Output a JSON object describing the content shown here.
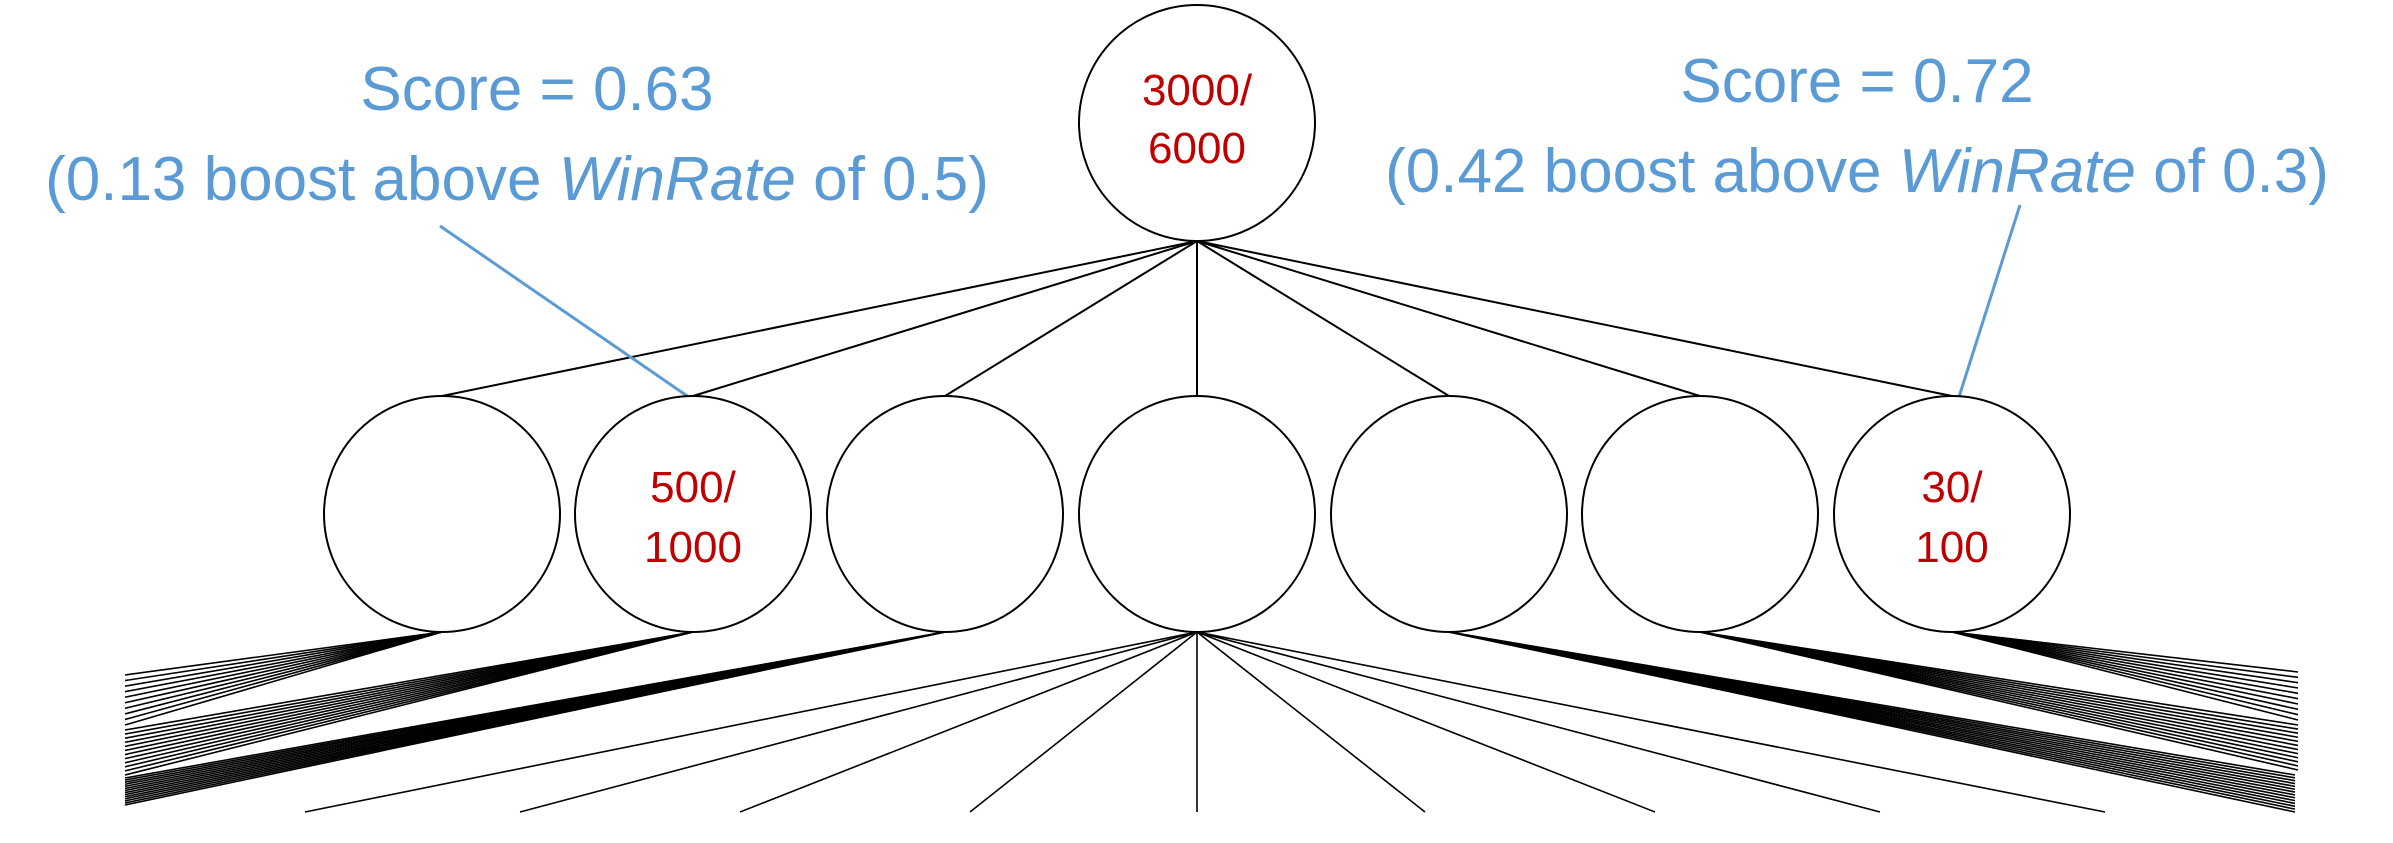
{
  "tree": {
    "root": {
      "line1": "3000/",
      "line2": "6000"
    },
    "children": [
      {
        "line1": "",
        "line2": ""
      },
      {
        "line1": "500/",
        "line2": "1000"
      },
      {
        "line1": "",
        "line2": ""
      },
      {
        "line1": "",
        "line2": ""
      },
      {
        "line1": "",
        "line2": ""
      },
      {
        "line1": "",
        "line2": ""
      },
      {
        "line1": "30/",
        "line2": "100"
      }
    ]
  },
  "annotations": {
    "left": {
      "score": "Score = 0.63",
      "pre": "(0.13 boost above ",
      "em": "WinRate",
      "post": " of 0.5)"
    },
    "right": {
      "score": "Score = 0.72",
      "pre": "(0.42 boost above ",
      "em": "WinRate",
      "post": " of 0.3)"
    }
  },
  "colors": {
    "node_label": "#c00000",
    "annotation": "#5b9bd5",
    "stroke": "#000000"
  }
}
